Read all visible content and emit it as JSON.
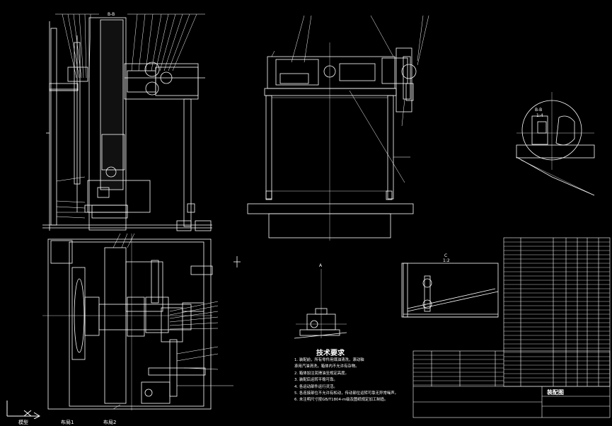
{
  "canvas": {
    "background": "#000000",
    "line_color": "#ffffff",
    "accent_colors": {
      "hatch": "#ffffff"
    }
  },
  "views": {
    "front_label": "B-B",
    "section_label": "B-B",
    "section_scale": "1:4",
    "detail_label": "C",
    "detail_scale": "1:2",
    "small_label": "A"
  },
  "tech_requirements": {
    "title": "技术要求",
    "items": [
      "1. 装配前，所有零件用煤油清洗，滚动轴",
      "   承用汽油清洗，箱体内不允许有杂物。",
      "2. 箱体加注润滑油至规定高度。",
      "3. 装配后运转平稳可靠。",
      "4. 各运动部件运行灵活。",
      "5. 各连接部位不允许有松动，传动部位运转可靠无异常噪声。",
      "6. 未注明尺寸按GB/T1804-m级及图纸规定加工制造。"
    ]
  },
  "title_block": {
    "name": "装配图"
  },
  "tabs": {
    "model": "模型",
    "layout1": "布局1",
    "layout2": "布局2"
  }
}
